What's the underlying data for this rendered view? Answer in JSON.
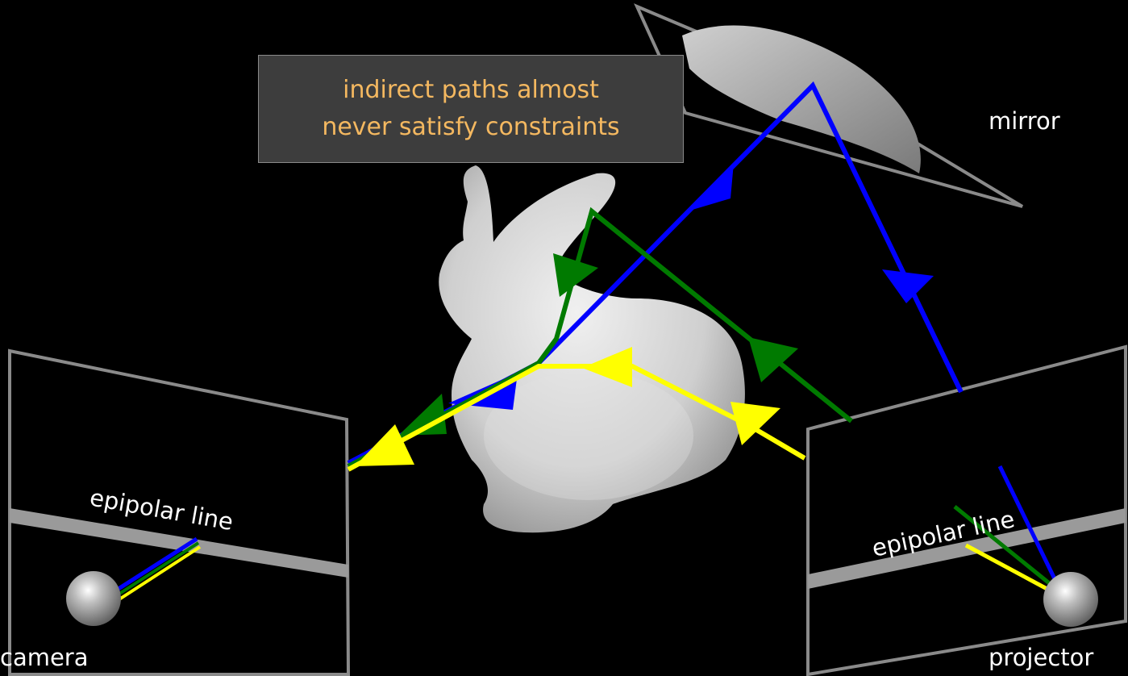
{
  "callout": {
    "line1": "indirect paths almost",
    "line2": "never satisfy constraints"
  },
  "labels": {
    "mirror": "mirror",
    "camera": "camera",
    "projector": "projector",
    "epipolar_left": "epipolar line",
    "epipolar_right": "epipolar line"
  },
  "colors": {
    "background": "#000000",
    "callout_text": "#f4b860",
    "callout_bg": "#3d3d3d",
    "path_blue": "#0000ff",
    "path_green": "#007a00",
    "path_yellow": "#ffff00",
    "frame": "#8a8a8a",
    "epipolar_band": "#9a9a9a",
    "bunny": "#d9d9d9"
  },
  "paths": [
    {
      "color": "blue",
      "description_type": "mirror reflection"
    },
    {
      "color": "green",
      "description_type": "bunny interreflection"
    },
    {
      "color": "yellow",
      "description_type": "direct surface"
    }
  ]
}
